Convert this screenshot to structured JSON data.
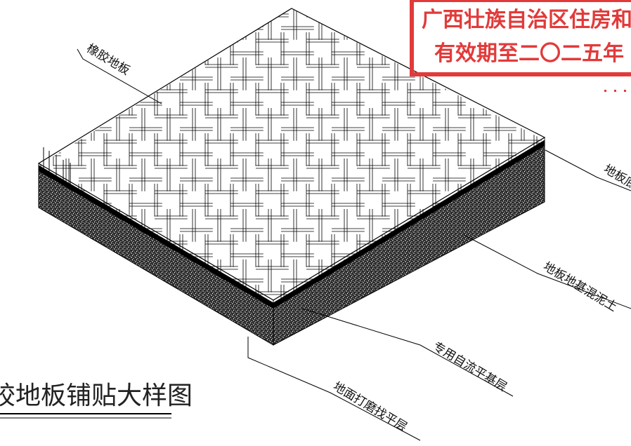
{
  "stamp": {
    "line1": "广西壮族自治区住房和",
    "line2": "有效期至二〇二五年",
    "color": "#e23a3a"
  },
  "labels": {
    "rubber_floor": "橡胶地板",
    "floor_edge": "地板底",
    "floor_concrete": "地板地基混泥土",
    "self_leveling": "专用自流平基层",
    "ground_grind": "地面打磨找平层"
  },
  "title": "胶地板铺贴大样图"
}
